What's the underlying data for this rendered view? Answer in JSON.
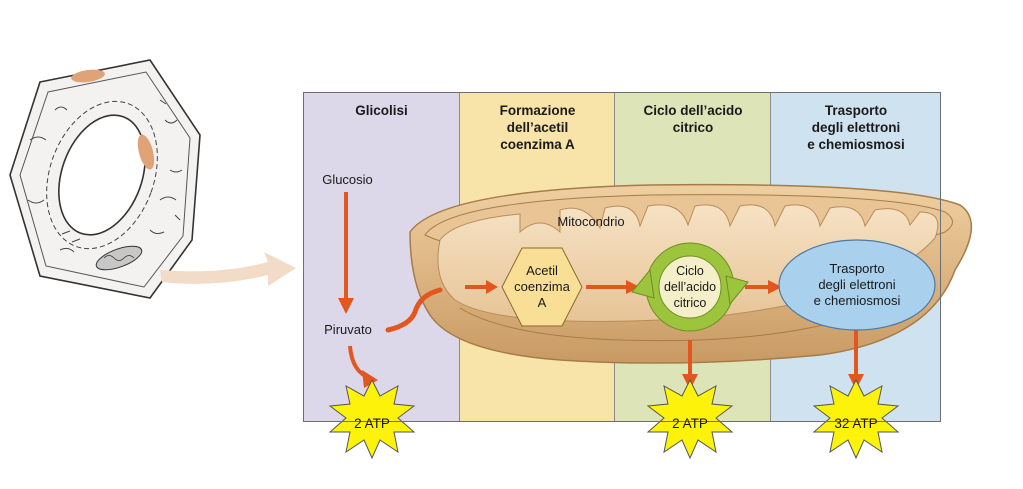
{
  "colors": {
    "glicolisi_bg": "#dcd8ea",
    "acetil_bg": "#f8e4a8",
    "ciclo_bg": "#dde4b8",
    "trasporto_bg": "#cfe2f0",
    "arrow": "#e3561e",
    "mito_outer": "#dfb786",
    "mito_inner": "#f3d9b3",
    "burst": "#fdf20a",
    "hexagon": "#f9de96",
    "ring": "#9cc43c",
    "oval": "#a9d0ec"
  },
  "stages": [
    {
      "id": "glicolisi",
      "title": "Glicolisi"
    },
    {
      "id": "acetil",
      "title": "Formazione\ndell’acetil\ncoenzima A"
    },
    {
      "id": "ciclo",
      "title": "Ciclo dell’acido\ncitrico"
    },
    {
      "id": "trasporto",
      "title": "Trasporto\ndegli elettroni\ne chemiosmosi"
    }
  ],
  "labels": {
    "glucosio": "Glucosio",
    "piruvato": "Piruvato",
    "mitocondrio": "Mitocondrio",
    "acetil_hex": "Acetil\ncoenzima\nA",
    "ciclo_ring": "Ciclo\ndell’acido\ncitrico",
    "trasporto_oval": "Trasporto\ndegli elettroni\ne chemiosmosi"
  },
  "atp": [
    {
      "id": "glicolisi",
      "text": "2 ATP"
    },
    {
      "id": "ciclo",
      "text": "2 ATP"
    },
    {
      "id": "trasporto",
      "text": "32 ATP"
    }
  ]
}
